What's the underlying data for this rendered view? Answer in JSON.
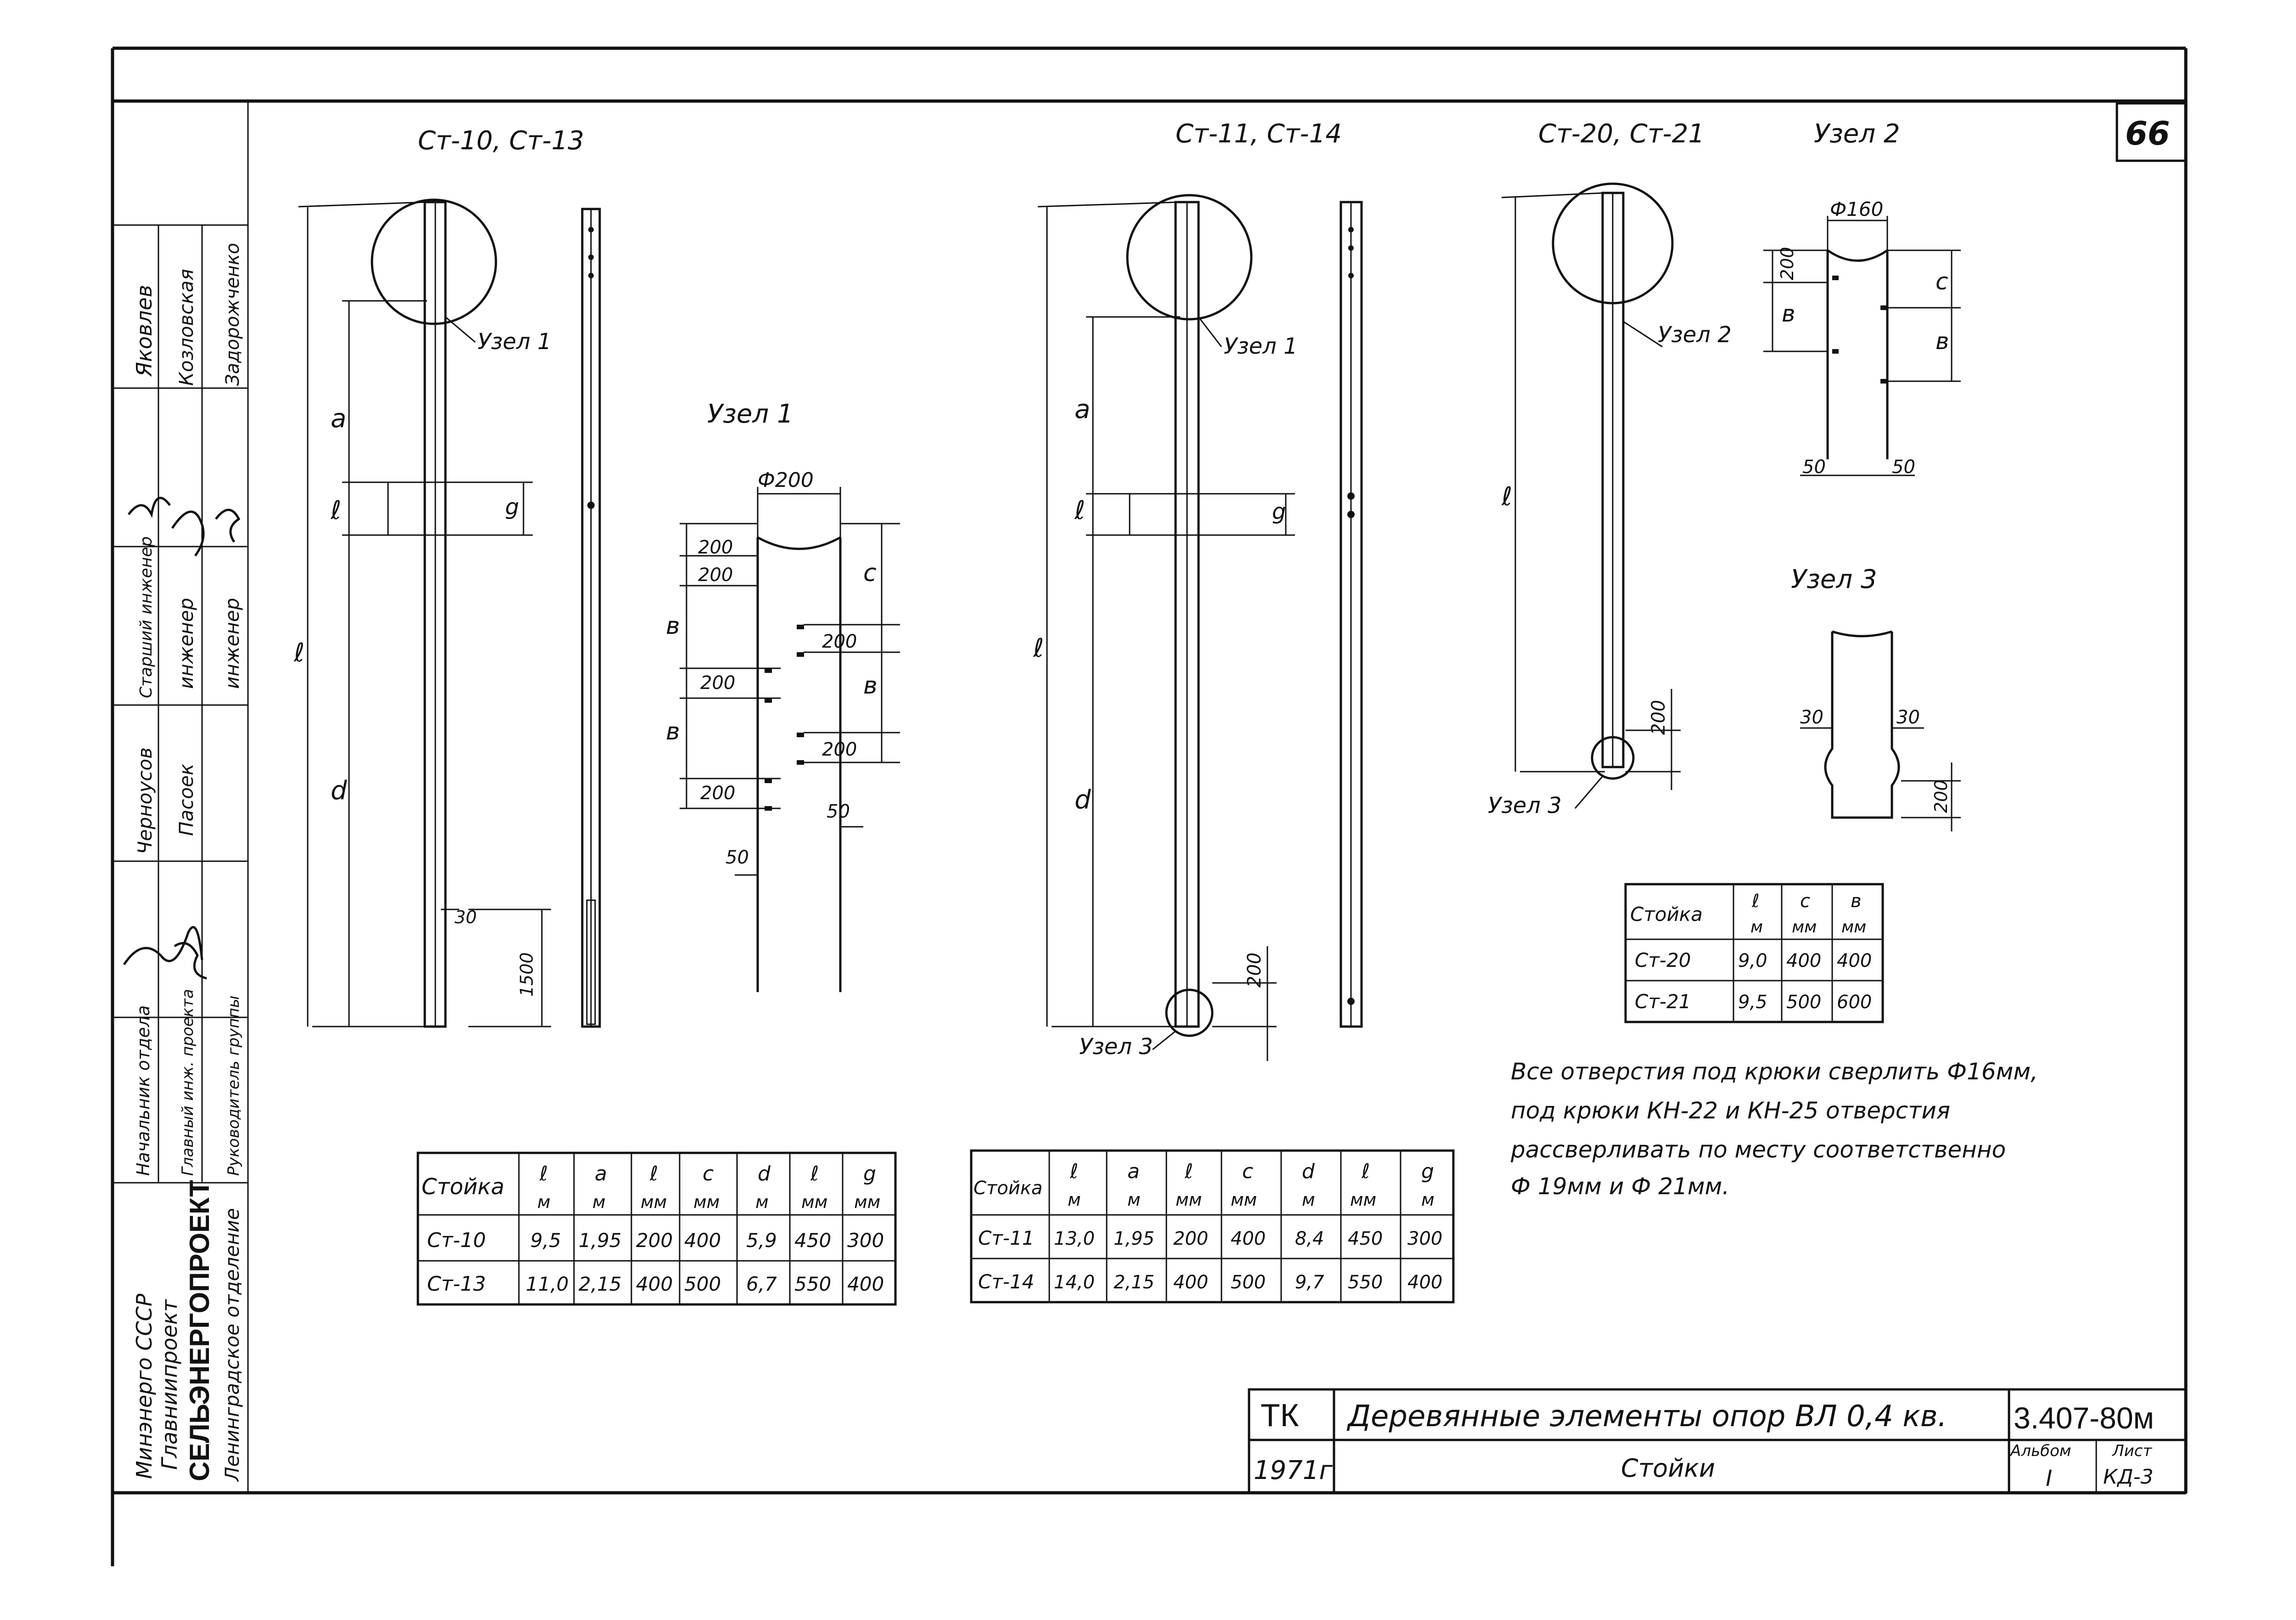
{
  "sheet": {
    "sheet_number": "66",
    "stamp_header": "ТК",
    "stamp_year": "1971г",
    "stamp_title": "Деревянные элементы опор ВЛ 0,4 кв.",
    "stamp_subtitle": "Стойки",
    "stamp_code": "3.407-80м",
    "album_label": "Альбом",
    "album_value": "I",
    "list_label": "Лист",
    "list_value": "КД-3"
  },
  "left_block": {
    "org_lines": [
      "Минэнерго СССР",
      "Главниипроект",
      "СЕЛЬЭНЕРГОПРОЕКТ",
      "Ленинградское отделение"
    ],
    "roles": [
      "Начальник отдела",
      "Главный инж. проекта",
      "Руководитель группы"
    ],
    "names_col1": [
      "Черноусов",
      "Пасоек"
    ],
    "positions": [
      "Старший инженер",
      "инженер",
      "инженер"
    ],
    "names_col2": [
      "Яковлев",
      "Козловская",
      "Задорожченко"
    ]
  },
  "drawings": {
    "title_st10_13": "Ст-10, Ст-13",
    "title_st11_14": "Ст-11, Ст-14",
    "title_st20_21": "Ст-20, Ст-21",
    "title_node1": "Узел 1",
    "title_node2": "Узел 2",
    "title_node3": "Узел 3",
    "label_node1_a": "Узел 1",
    "label_node1_b": "Узел 1",
    "label_node2": "Узел 2",
    "label_node3_a": "Узел 3",
    "label_node3_b": "Узел 3",
    "dim_phi200": "Ф200",
    "dim_phi160": "Ф160",
    "dim_200": "200",
    "dim_50": "50",
    "dim_30": "30",
    "dim_1500": "1500",
    "letter_a": "а",
    "letter_l": "ℓ",
    "letter_d": "d",
    "letter_g": "g",
    "letter_c": "с",
    "letter_b": "в"
  },
  "table_st10_13": {
    "headers": [
      "Стойка",
      "ℓ",
      "а",
      "ℓ",
      "с",
      "d",
      "ℓ",
      "g"
    ],
    "units": [
      "",
      "м",
      "м",
      "мм",
      "мм",
      "м",
      "мм",
      "мм"
    ],
    "rows": [
      [
        "Ст-10",
        "9,5",
        "1,95",
        "200",
        "400",
        "5,9",
        "450",
        "300"
      ],
      [
        "Ст-13",
        "11,0",
        "2,15",
        "400",
        "500",
        "6,7",
        "550",
        "400"
      ]
    ]
  },
  "table_st11_14": {
    "headers": [
      "Стойка",
      "ℓ",
      "а",
      "ℓ",
      "с",
      "d",
      "ℓ",
      "g"
    ],
    "units": [
      "",
      "м",
      "м",
      "мм",
      "мм",
      "м",
      "мм",
      "м"
    ],
    "rows": [
      [
        "Ст-11",
        "13,0",
        "1,95",
        "200",
        "400",
        "8,4",
        "450",
        "300"
      ],
      [
        "Ст-14",
        "14,0",
        "2,15",
        "400",
        "500",
        "9,7",
        "550",
        "400"
      ]
    ]
  },
  "table_st20_21": {
    "headers": [
      "Стойка",
      "ℓ",
      "с",
      "в"
    ],
    "units": [
      "",
      "м",
      "мм",
      "мм"
    ],
    "rows": [
      [
        "Ст-20",
        "9,0",
        "400",
        "400"
      ],
      [
        "Ст-21",
        "9,5",
        "500",
        "600"
      ]
    ]
  },
  "note": {
    "lines": [
      "Все отверстия под крюки сверлить Ф16мм,",
      "под крюки КН-22 и КН-25 отверстия",
      "рассверливать по месту соответственно",
      "Ф 19мм и Ф 21мм."
    ]
  }
}
